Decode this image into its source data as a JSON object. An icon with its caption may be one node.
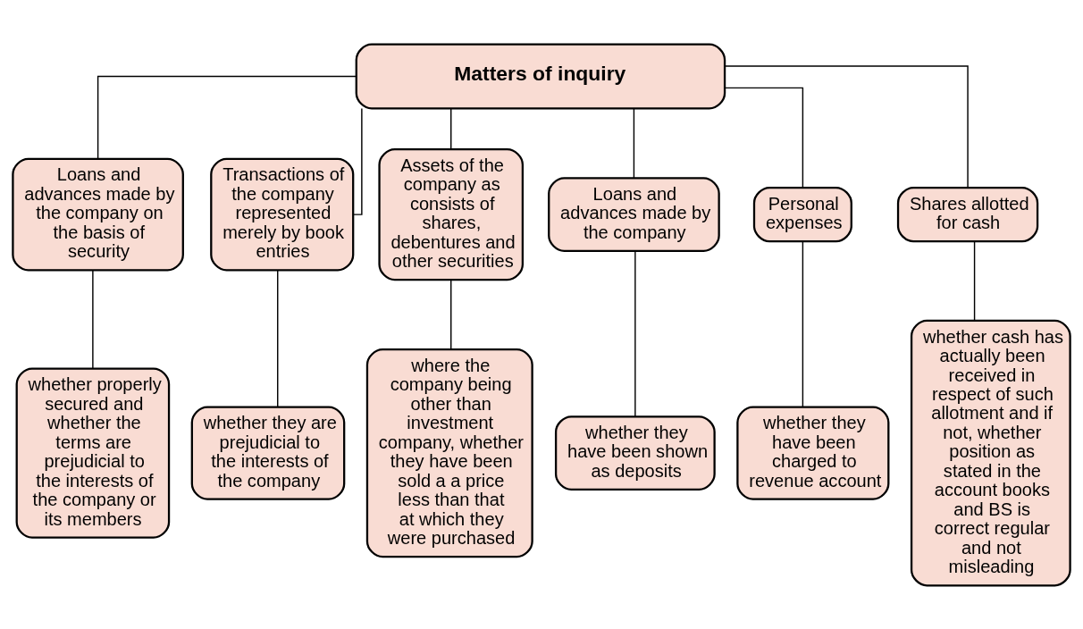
{
  "diagram": {
    "nodes": [
      {
        "text": [
          "Matters of inquiry"
        ]
      },
      {
        "text": [
          "Loans and advances made by the company on the basis of security"
        ]
      },
      {
        "text": [
          "Transactions of the company represented merely by book entries"
        ]
      },
      {
        "text": [
          "Assets of the company as consists of shares, debentures and other securities"
        ]
      },
      {
        "text": [
          "Loans and advances made by the company"
        ]
      },
      {
        "text": [
          "Personal expenses"
        ]
      },
      {
        "text": [
          "Shares allotted for cash"
        ]
      },
      {
        "text": [
          "whether properly secured and whether the terms are prejudicial to the interests of the company or its members"
        ]
      },
      {
        "text": [
          "whether they are prejudicial to the interests of the company"
        ]
      },
      {
        "text": [
          "where the company being other than investment company, whether they have been sold a a price less than that at which they were purchased"
        ]
      },
      {
        "text": [
          "whether they have been shown as deposits"
        ]
      },
      {
        "text": [
          "whether they have been charged to revenue account"
        ]
      },
      {
        "text": [
          "whether cash has actually been received in respect of such allotment and if not, whether position as stated in the account books and BS is correct regular and not misleading"
        ]
      }
    ],
    "edges": [
      {
        "from": 0,
        "to": 1,
        "arrow": "none"
      },
      {
        "from": 0,
        "to": 2,
        "arrow": "none"
      },
      {
        "from": 0,
        "to": 3,
        "arrow": "none"
      },
      {
        "from": 0,
        "to": 4,
        "arrow": "none"
      },
      {
        "from": 0,
        "to": 5,
        "arrow": "none"
      },
      {
        "from": 0,
        "to": 6,
        "arrow": "none"
      },
      {
        "from": 1,
        "to": 7,
        "arrow": "none"
      },
      {
        "from": 2,
        "to": 8,
        "arrow": "none"
      },
      {
        "from": 3,
        "to": 9,
        "arrow": "none"
      },
      {
        "from": 4,
        "to": 10,
        "arrow": "none"
      },
      {
        "from": 5,
        "to": 11,
        "arrow": "none"
      },
      {
        "from": 6,
        "to": 12,
        "arrow": "none"
      }
    ]
  }
}
